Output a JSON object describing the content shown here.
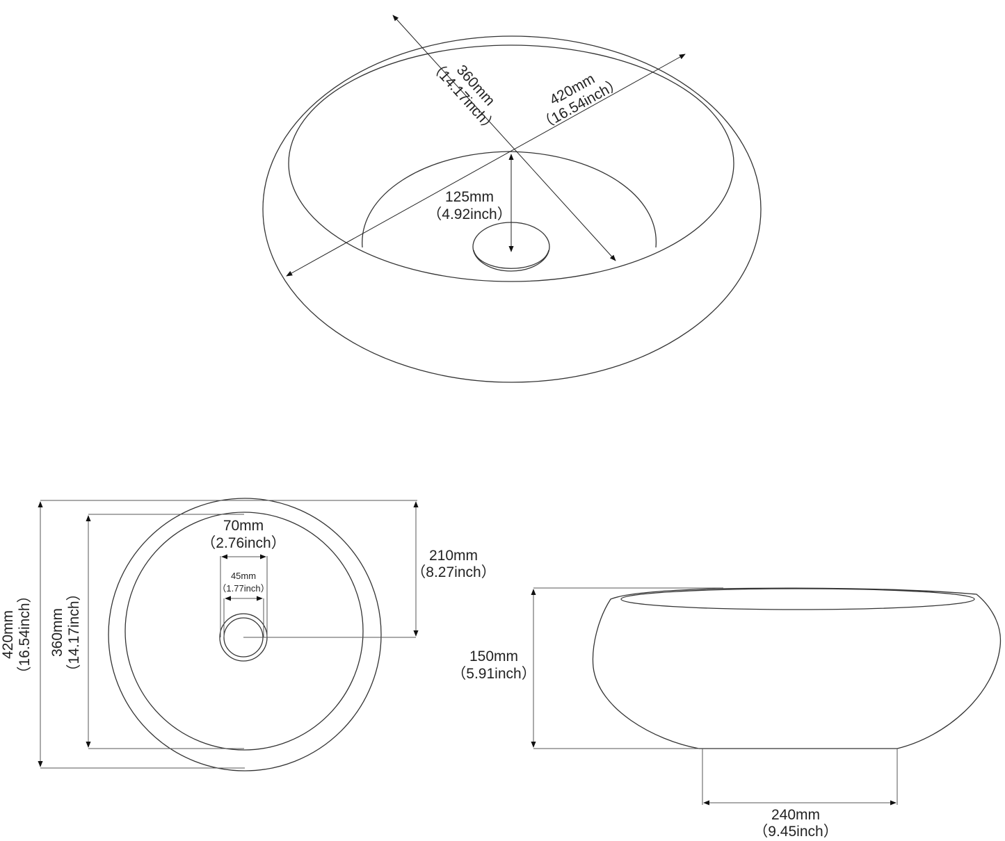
{
  "top_view": {
    "rim_diameter": {
      "mm": "360mm",
      "inch": "（14.17inch）"
    },
    "outer_diameter": {
      "mm": "420mm",
      "inch": "（16.54inch）"
    },
    "depth": {
      "mm": "125mm",
      "inch": "（4.92inch）"
    }
  },
  "plan_view": {
    "outer_diameter": {
      "mm": "420mm",
      "inch": "（16.54inch）"
    },
    "inner_diameter": {
      "mm": "360mm",
      "inch": "（14.17inch）"
    },
    "drain_offset": {
      "mm": "210mm",
      "inch": "（8.27inch）"
    },
    "drain_outer": {
      "mm": "70mm",
      "inch": "（2.76inch）"
    },
    "drain_inner": {
      "mm": "45mm",
      "inch": "（1.77inch）"
    }
  },
  "side_view": {
    "height": {
      "mm": "150mm",
      "inch": "（5.91inch）"
    },
    "base_width": {
      "mm": "240mm",
      "inch": "（9.45inch）"
    }
  },
  "colors": {
    "line": "#333333",
    "background": "#ffffff"
  }
}
